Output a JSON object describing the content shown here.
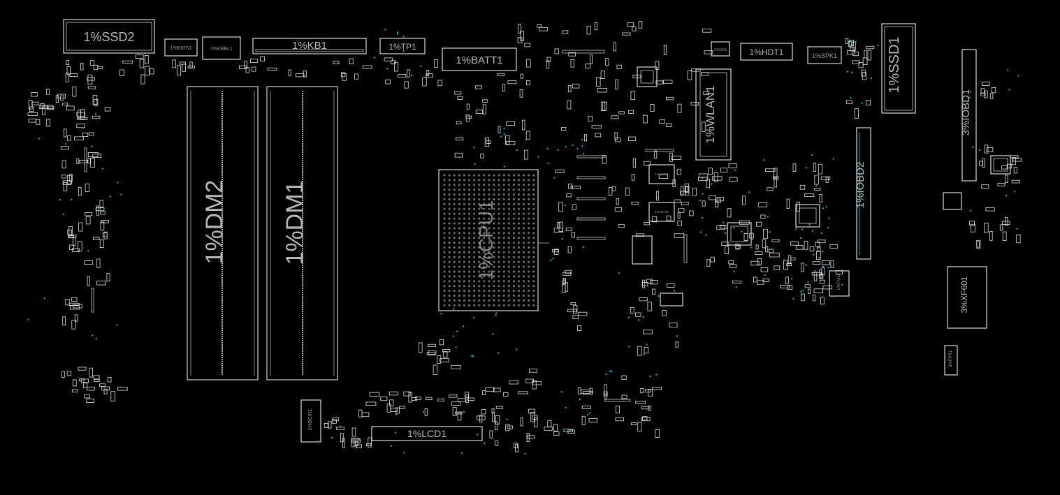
{
  "board": {
    "background": "#000000",
    "outline_color": "#d8d8d8",
    "via_color": "#1fa3b8",
    "label_color": "#b8b8b8"
  },
  "components": {
    "ssd2": "1%SSD2",
    "bios1": "1%BIOS1",
    "kbbl1": "1%KBBL1",
    "kb1": "1%KB1",
    "tp1": "1%TP1",
    "batt1": "1%BATT1",
    "dm2": "1%DM2",
    "dm1": "1%DM1",
    "cpu": "1%CPU1",
    "wlan1": "1%WLAN1",
    "hdt1": "1%HDT1",
    "spk1": "1%SPK1",
    "ssd1": "1%SSD1",
    "iobd1": "3%IOBD1",
    "iobd2": "1%IOBD2",
    "xf601": "3%XF601",
    "fpr1": "3%FPR1",
    "fan1": "1%FAN1",
    "dcin1": "1%DCIN1",
    "lcd1": "1%LCD1",
    "mic": "1%CN1",
    "u4701": "1%U4701",
    "u4702": "1%U4702"
  }
}
